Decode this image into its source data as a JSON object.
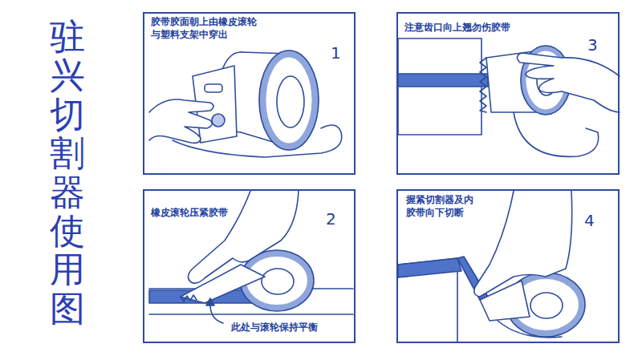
{
  "diagram": {
    "title": "驻兴切割器使用图",
    "nodes": [
      {
        "text": [
          "胶带胶面朝上由橡皮滚轮与塑料支架中穿出",
          "1"
        ]
      },
      {
        "text": [
          "注意齿口向上翘勿伤胶带",
          "3"
        ]
      },
      {
        "text": [
          "橡皮滚轮压紧胶带",
          "2",
          "此处与滚轮保持平衡"
        ]
      },
      {
        "text": [
          "握紧切割器及内胶带向下切断",
          "4"
        ]
      }
    ]
  }
}
